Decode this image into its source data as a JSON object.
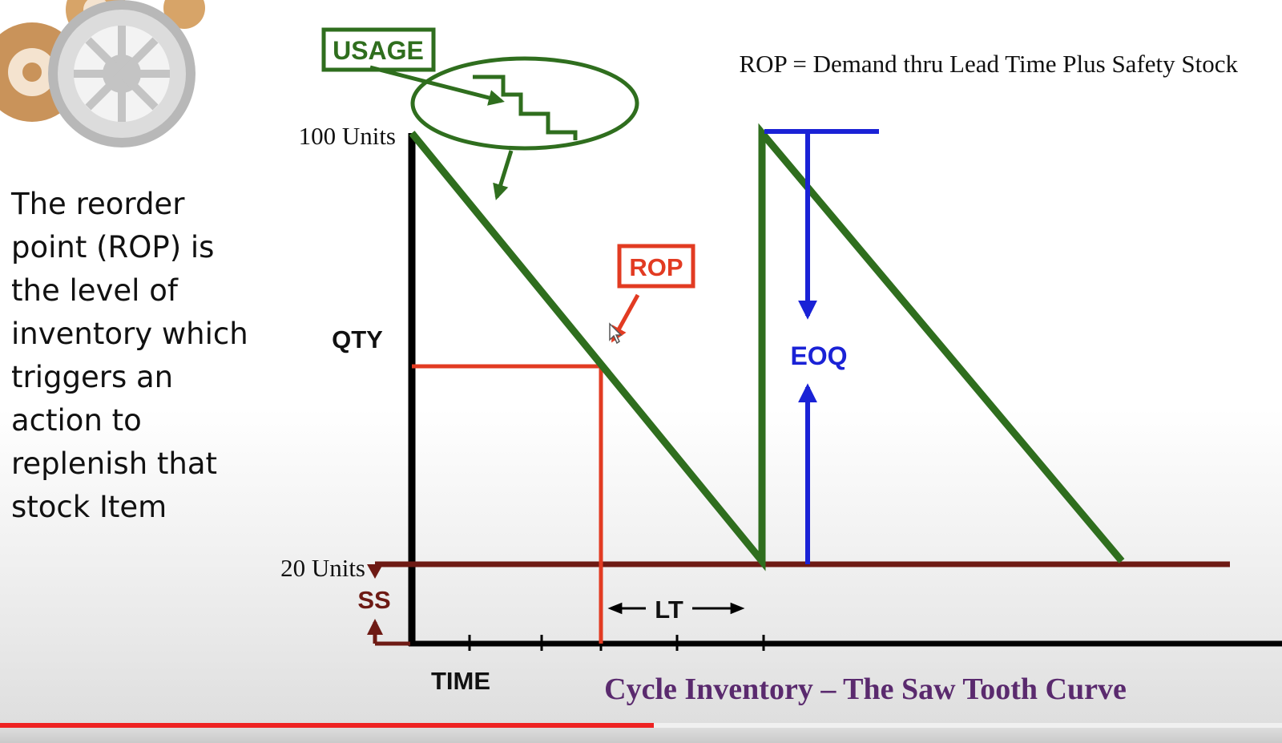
{
  "side_text": {
    "lines": [
      "The reorder",
      "point (ROP) is",
      "the level of",
      "inventory which",
      "triggers an",
      "action to",
      "replenish that",
      "stock Item"
    ]
  },
  "formula": "ROP = Demand thru Lead Time Plus Safety Stock",
  "labels": {
    "usage": "USAGE",
    "y_top": "100 Units",
    "y_bottom": "20 Units",
    "qty": "QTY",
    "rop": "ROP",
    "eoq": "EOQ",
    "ss": "SS",
    "lt": "LT",
    "time": "TIME",
    "caption": "Cycle Inventory – The Saw Tooth Curve"
  },
  "colors": {
    "inventory_line": "#2f6e1e",
    "rop": "#e23b22",
    "eoq": "#1a22d6",
    "safety_stock": "#6e1a14",
    "axis": "#000000",
    "caption": "#5a2a6e"
  },
  "player": {
    "progress_fraction": 0.51
  }
}
